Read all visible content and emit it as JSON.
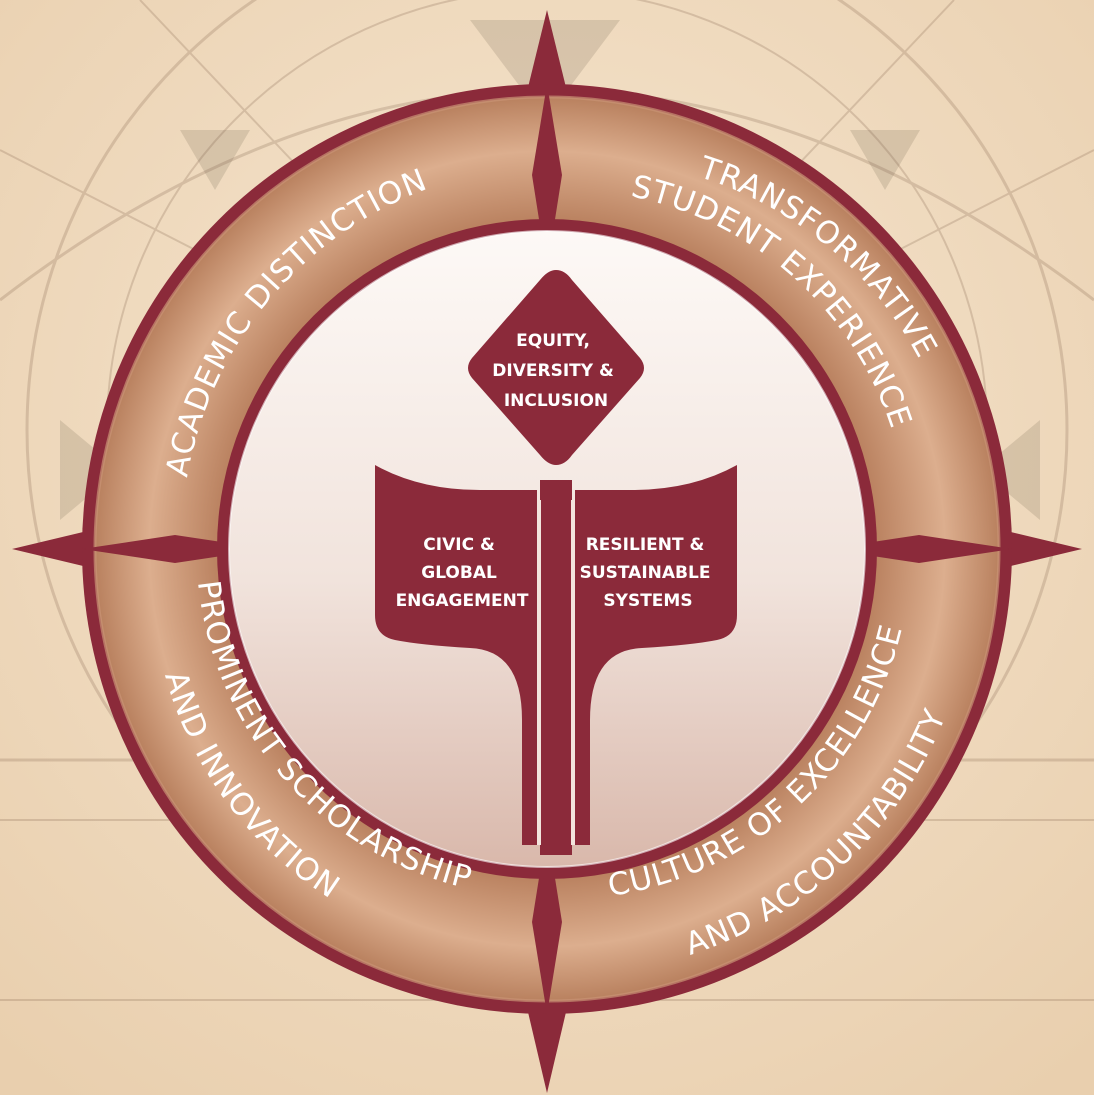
{
  "colors": {
    "maroon": "#8b2a3a",
    "ring_light": "#d9a888",
    "ring_dark": "#a86d4e",
    "background": "#efd9bd",
    "text": "#ffffff"
  },
  "outer_pillars": {
    "top_left": {
      "line1": "ACADEMIC DISTINCTION"
    },
    "top_right": {
      "line1": "TRANSFORMATIVE",
      "line2": "STUDENT EXPERIENCE"
    },
    "bottom_left": {
      "line1": "PROMINENT SCHOLARSHIP",
      "line2": "AND INNOVATION"
    },
    "bottom_right": {
      "line1": "CULTURE OF EXCELLENCE",
      "line2": "AND ACCOUNTABILITY"
    }
  },
  "center": {
    "diamond": [
      "EQUITY,",
      "DIVERSITY &",
      "INCLUSION"
    ],
    "left_leaf": [
      "CIVIC &",
      "GLOBAL",
      "ENGAGEMENT"
    ],
    "right_leaf": [
      "RESILIENT &",
      "SUSTAINABLE",
      "SYSTEMS"
    ]
  }
}
